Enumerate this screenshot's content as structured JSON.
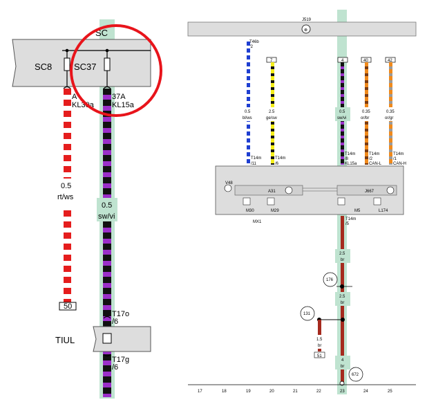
{
  "left_zoom": {
    "sc_header": "SC",
    "fuse_sc8": "SC8",
    "fuse_sc37": "SC37",
    "wire_left_rating": "A",
    "wire_left_term": "KL30a",
    "wire_mid_rating": "37A",
    "wire_mid_term": "KL15a",
    "left_wire_size": "0.5",
    "left_wire_color": "rt/ws",
    "mid_wire_size": "0.5",
    "mid_wire_color": "sw/vi",
    "ground_label": "50",
    "tiul_label": "TIUL",
    "conn_top": "T17o",
    "conn_top_pin": "/6",
    "conn_bottom": "T17g",
    "conn_bottom_pin": "/6",
    "colors": {
      "highlight_circle": "#e8141b",
      "green_band": "#bfe3d0",
      "panel_gray": "#dddddd"
    }
  },
  "right_schematic": {
    "j519": "J519",
    "wires": [
      {
        "top_conn": "T46b",
        "top_pin": "/2",
        "size": "0.5",
        "color": "bl/ws",
        "bot_conn": "T14m",
        "bot_pin": "/11"
      },
      {
        "top_conn": "7",
        "size": "2.5",
        "color": "ge/sw",
        "bot_conn": "T14m",
        "bot_pin": "/6"
      },
      {
        "top_conn": "4",
        "size": "0.5",
        "color": "sw/vi",
        "bot_conn": "T14m",
        "bot_pin": "/8",
        "bot_term": "KL15a"
      },
      {
        "top_conn": "40",
        "size": "0.35",
        "color": "or/br",
        "bot_conn": "T14m",
        "bot_pin": "/2",
        "bot_term": "CAN-L"
      },
      {
        "top_conn": "42",
        "size": "0.35",
        "color": "or/gr",
        "bot_conn": "T14m",
        "bot_pin": "/1",
        "bot_term": "CAN-H"
      }
    ],
    "box": {
      "v48": "V48",
      "a31": "A31",
      "j667": "J667",
      "m30": "M30",
      "m29": "M29",
      "m5": "M5",
      "l174": "L174",
      "mx1": "MX1"
    },
    "lower": {
      "out_conn": "T14m",
      "out_pin": "/5",
      "wire_size_a": "2.5",
      "wire_color_a": "br",
      "node_176": "176",
      "wire_size_b": "2.5",
      "wire_color_b": "br",
      "node_131": "131",
      "branch_size": "1.5",
      "branch_color": "br",
      "branch_ground": "51",
      "wire_size_c": "4",
      "wire_color_c": "br",
      "node_672": "672"
    },
    "columns": [
      "17",
      "18",
      "19",
      "20",
      "21",
      "22",
      "23",
      "24",
      "25"
    ]
  }
}
